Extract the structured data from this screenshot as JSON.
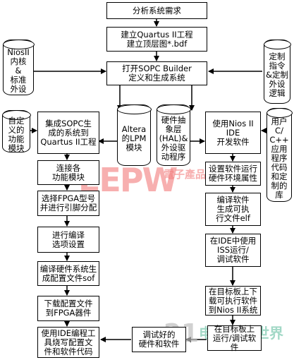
{
  "center": {
    "analyze": "分析系统需求",
    "quartus_project": "建立Quartus II工程\n建立顶层图*.bdf",
    "sopc": "打开SOPC Builder\n定义和生成系统"
  },
  "left": {
    "nios_core": "NiosII\n内核\n&\n标准\n外设",
    "custom_module": "自定\n义的\n功能\n模块",
    "integrate": "集成SOPC生\n成的系统到\nQuartus II工程",
    "connect": "连接各\n功能模块",
    "select_fpga": "选择FPGA型号\n并进行引脚分配",
    "compile_options": "进行编译\n选项设置",
    "compile_hw": "编译硬件系统生\n成配置文件sof",
    "download_cfg": "下载配置文件\n到FPGA器件",
    "ide_program": "使用IDE编程工\n具烧写配置文\n件和软件代码"
  },
  "middle": {
    "lpm": "Altera\n的LPM\n模块",
    "hal": "硬件抽\n象层\n(HAL)&\n外设驱\n动程序",
    "debugged": "调试好的\n硬件和软件"
  },
  "right": {
    "custom_cmd": "定制\n指令\n&定制\n外设\n逻辑",
    "user_code": "用户C/\nC++\n应用\n程序\n代码\n和定\n制的\n库",
    "nios_ide": "使用Nios II\nIDE\n开发软件",
    "set_props": "设置软件运行\n硬件环境属性",
    "build_elf": "编译软件\n生成可执\n行文件elf",
    "iss_debug": "在IDE中使用\nISS运行/\n调试软件",
    "download_sw": "在目标板上下\n载可执行软件\n到Nios II系统",
    "board_debug": "在目标板上\n运行/调试软件"
  },
  "watermark": {
    "eepw": "EEPW",
    "cn_brand": "電子產品",
    "cn_site": "电子产品世界",
    "num": "21"
  }
}
